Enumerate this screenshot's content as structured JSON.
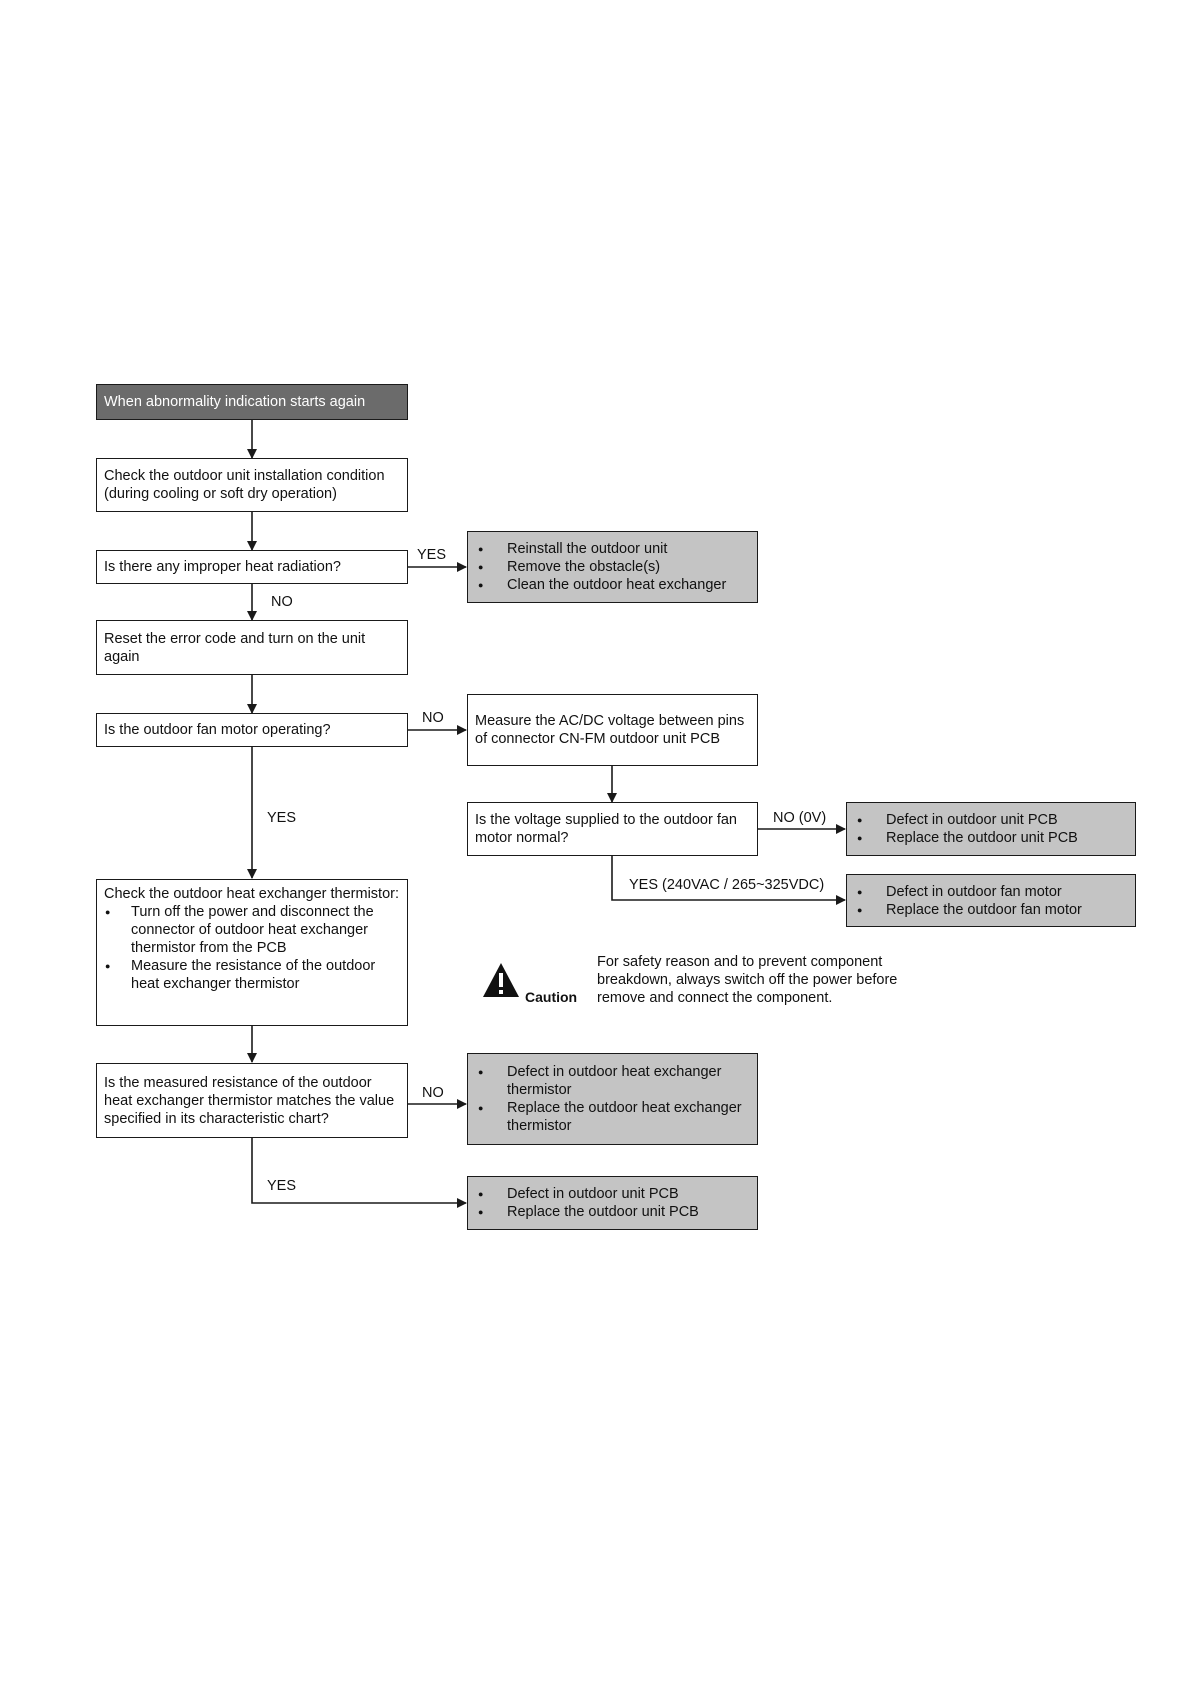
{
  "start": "When abnormality indication starts again",
  "step_check_install": "Check the outdoor unit installation condition (during cooling or soft dry operation)",
  "q_heat_radiation": "Is there any improper heat radiation?",
  "label_yes_1": "YES",
  "action_heat_radiation": [
    "Reinstall the outdoor unit",
    "Remove the obstacle(s)",
    "Clean the outdoor heat exchanger"
  ],
  "label_no_1": "NO",
  "step_reset": "Reset the error code and turn on the unit again",
  "q_fan_motor": "Is the outdoor fan motor operating?",
  "label_no_2": "NO",
  "step_measure_voltage": "Measure the AC/DC voltage between pins of connector CN-FM outdoor unit PCB",
  "label_yes_2": "YES",
  "q_voltage": "Is the voltage supplied to the outdoor fan motor normal?",
  "label_no_voltage": "NO (0V)",
  "action_pcb_1": [
    "Defect in outdoor unit PCB",
    "Replace the outdoor unit PCB"
  ],
  "label_yes_voltage": "YES (240VAC / 265~325VDC)",
  "action_fan_motor": [
    "Defect in outdoor fan motor",
    "Replace the outdoor fan motor"
  ],
  "step_thermistor": {
    "intro": "Check the outdoor heat exchanger thermistor:",
    "items": [
      "Turn off the power and disconnect the connector of outdoor heat exchanger thermistor from the PCB",
      "Measure the resistance of the outdoor heat exchanger thermistor"
    ]
  },
  "caution": {
    "icon": "warning-triangle-icon",
    "word": "Caution",
    "text": "For safety reason and to prevent component breakdown, always switch off the power before remove and connect the component."
  },
  "q_resistance": "Is the measured resistance of the outdoor heat exchanger thermistor matches the value specified in its characteristic chart?",
  "label_no_3": "NO",
  "action_thermistor": [
    "Defect in outdoor heat exchanger thermistor",
    "Replace the outdoor heat exchanger thermistor"
  ],
  "label_yes_3": "YES",
  "action_pcb_2": [
    "Defect in outdoor unit PCB",
    "Replace the outdoor unit PCB"
  ],
  "colors": {
    "start_fill": "#6b6b6b",
    "action_fill": "#c4c4c4",
    "line": "#1a1a1a"
  }
}
